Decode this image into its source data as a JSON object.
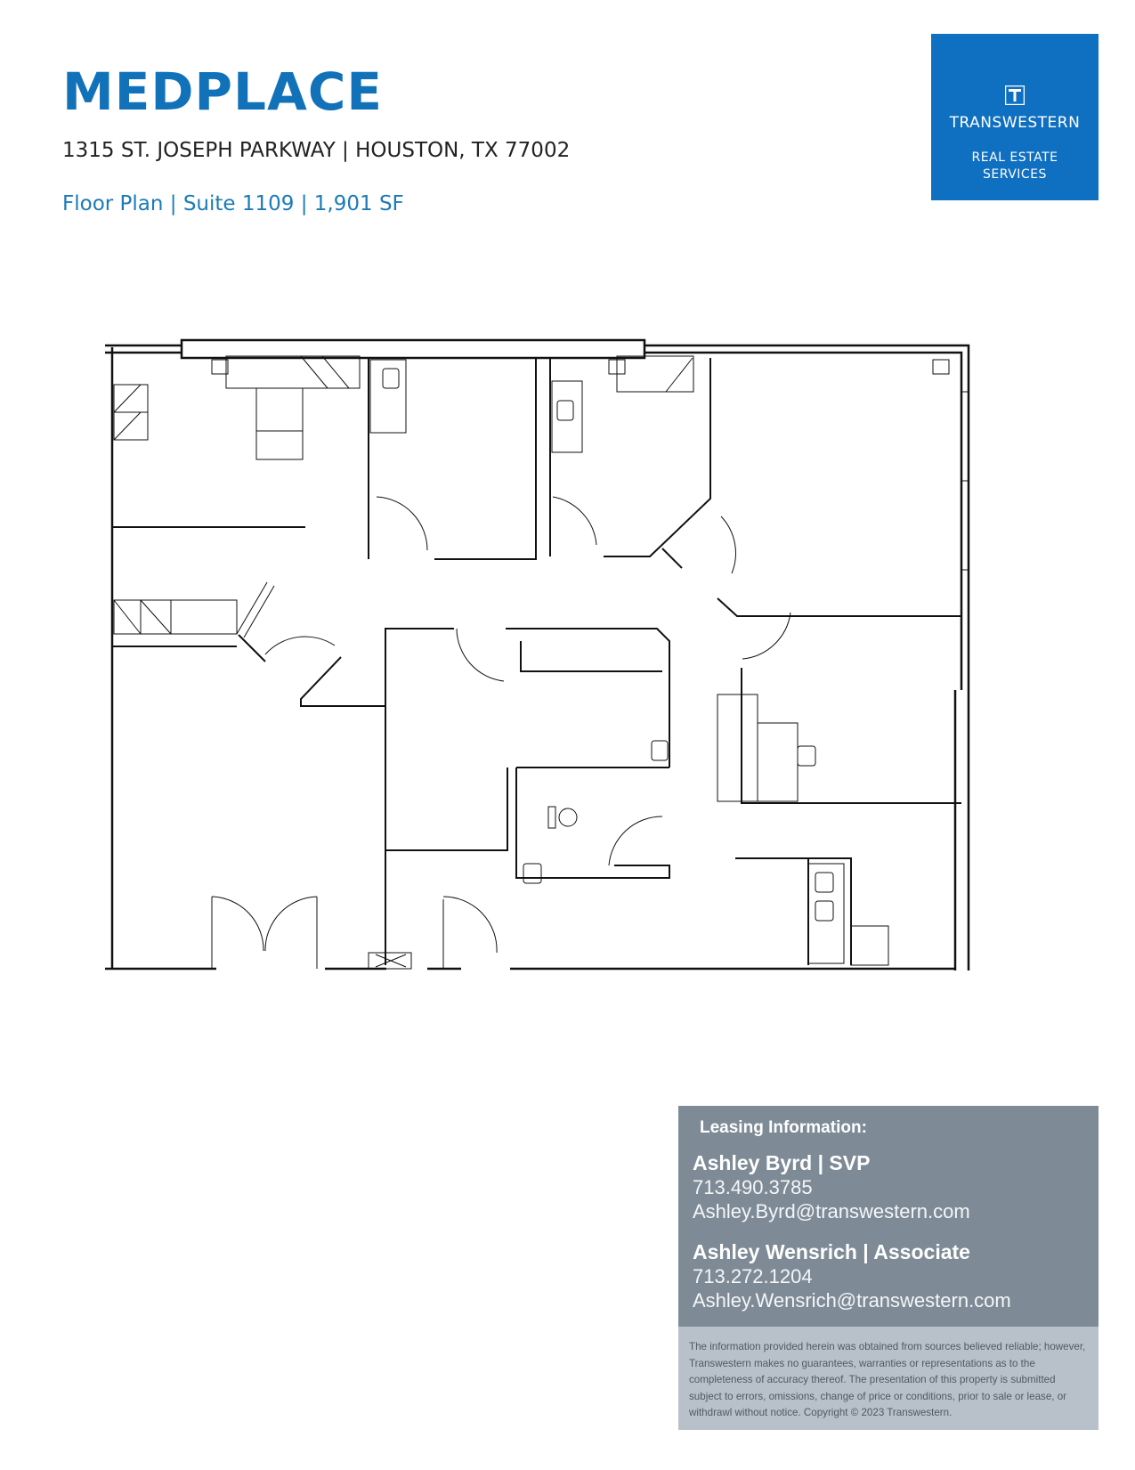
{
  "header": {
    "title": "MEDPLACE",
    "address": "1315 ST. JOSEPH PARKWAY | HOUSTON, TX 77002",
    "subtitle": "Floor Plan | Suite 1109 | 1,901 SF"
  },
  "logo": {
    "name": "TRANSWESTERN",
    "tagline_line1": "REAL ESTATE",
    "tagline_line2": "SERVICES",
    "icon": "transwestern-t-logo-icon",
    "color": "#0f6fc0"
  },
  "leasing": {
    "heading": "Leasing Information:",
    "contacts": [
      {
        "name": "Ashley Byrd | SVP",
        "phone": "713.490.3785",
        "email": "Ashley.Byrd@transwestern.com"
      },
      {
        "name": "Ashley Wensrich | Associate",
        "phone": "713.272.1204",
        "email": "Ashley.Wensrich@transwestern.com"
      }
    ],
    "panel_color": "#7e8b96"
  },
  "disclaimer": "The information provided herein was obtained from sources believed reliable; however, Transwestern makes no guarantees, warranties or representations as to the completeness of accuracy thereof. The presentation of this property is submitted subject to errors, omissions, change of price or conditions, prior to sale or lease, or withdrawl without notice. Copyright © 2023 Transwestern."
}
